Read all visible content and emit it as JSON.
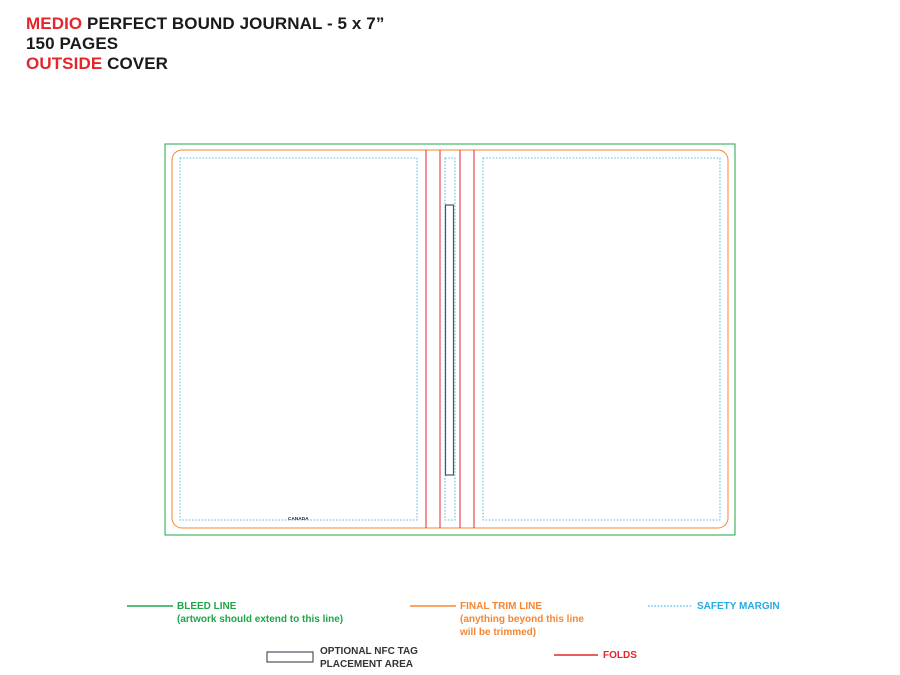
{
  "header": {
    "line1_accent": "MEDIO",
    "line1_rest": " PERFECT BOUND JOURNAL - 5 x 7”",
    "line2": "150 PAGES",
    "line3_accent": "OUTSIDE",
    "line3_rest": " COVER"
  },
  "cover": {
    "imprint_text": "CANADA"
  },
  "legend": {
    "bleed_title": "BLEED LINE",
    "bleed_note": "(artwork should extend to this line)",
    "trim_title": "FINAL TRIM LINE",
    "trim_note_1": "(anything beyond this line",
    "trim_note_2": "will be trimmed)",
    "safety_title": "SAFETY MARGIN",
    "nfc_title_1": "OPTIONAL NFC TAG",
    "nfc_title_2": "PLACEMENT AREA",
    "folds_title": "FOLDS"
  },
  "colors": {
    "bleed": "#1fa64a",
    "trim": "#f58634",
    "safety": "#27aae1",
    "folds": "#e3262c",
    "nfc": "#4a5560",
    "accent": "#e3262c"
  }
}
